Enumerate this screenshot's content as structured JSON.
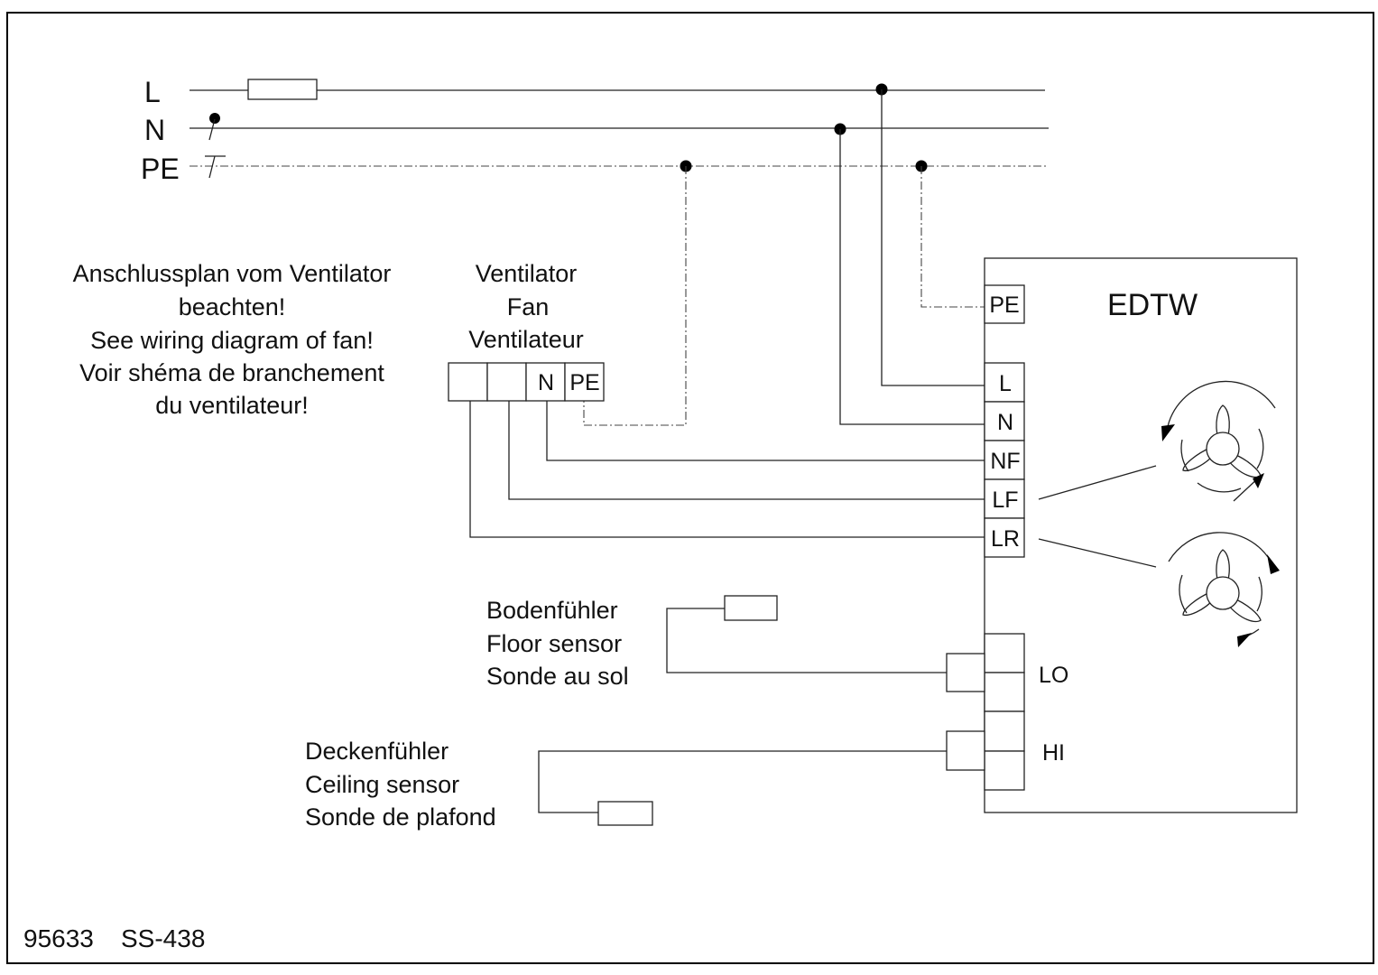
{
  "supply": {
    "l": "L",
    "n": "N",
    "pe": "PE"
  },
  "note": {
    "lines": [
      "Anschlussplan vom Ventilator",
      "beachten!",
      "See wiring diagram of fan!",
      "Voir shéma de branchement",
      "du ventilateur!"
    ]
  },
  "fan": {
    "lines": [
      "Ventilator",
      "Fan",
      "Ventilateur"
    ],
    "terminals": [
      "",
      "",
      "N",
      "PE"
    ]
  },
  "unit": {
    "title": "EDTW",
    "terminals": [
      "PE",
      "L",
      "N",
      "NF",
      "LF",
      "LR"
    ],
    "lo": "LO",
    "hi": "HI"
  },
  "floor_sensor": {
    "lines": [
      "Bodenfühler",
      "Floor sensor",
      "Sonde au sol"
    ]
  },
  "ceiling_sensor": {
    "lines": [
      "Deckenfühler",
      "Ceiling sensor",
      "Sonde de plafond"
    ]
  },
  "footer": {
    "code": "95633",
    "ref": "SS-438"
  },
  "colors": {
    "line": "#222222",
    "background": "#ffffff"
  }
}
